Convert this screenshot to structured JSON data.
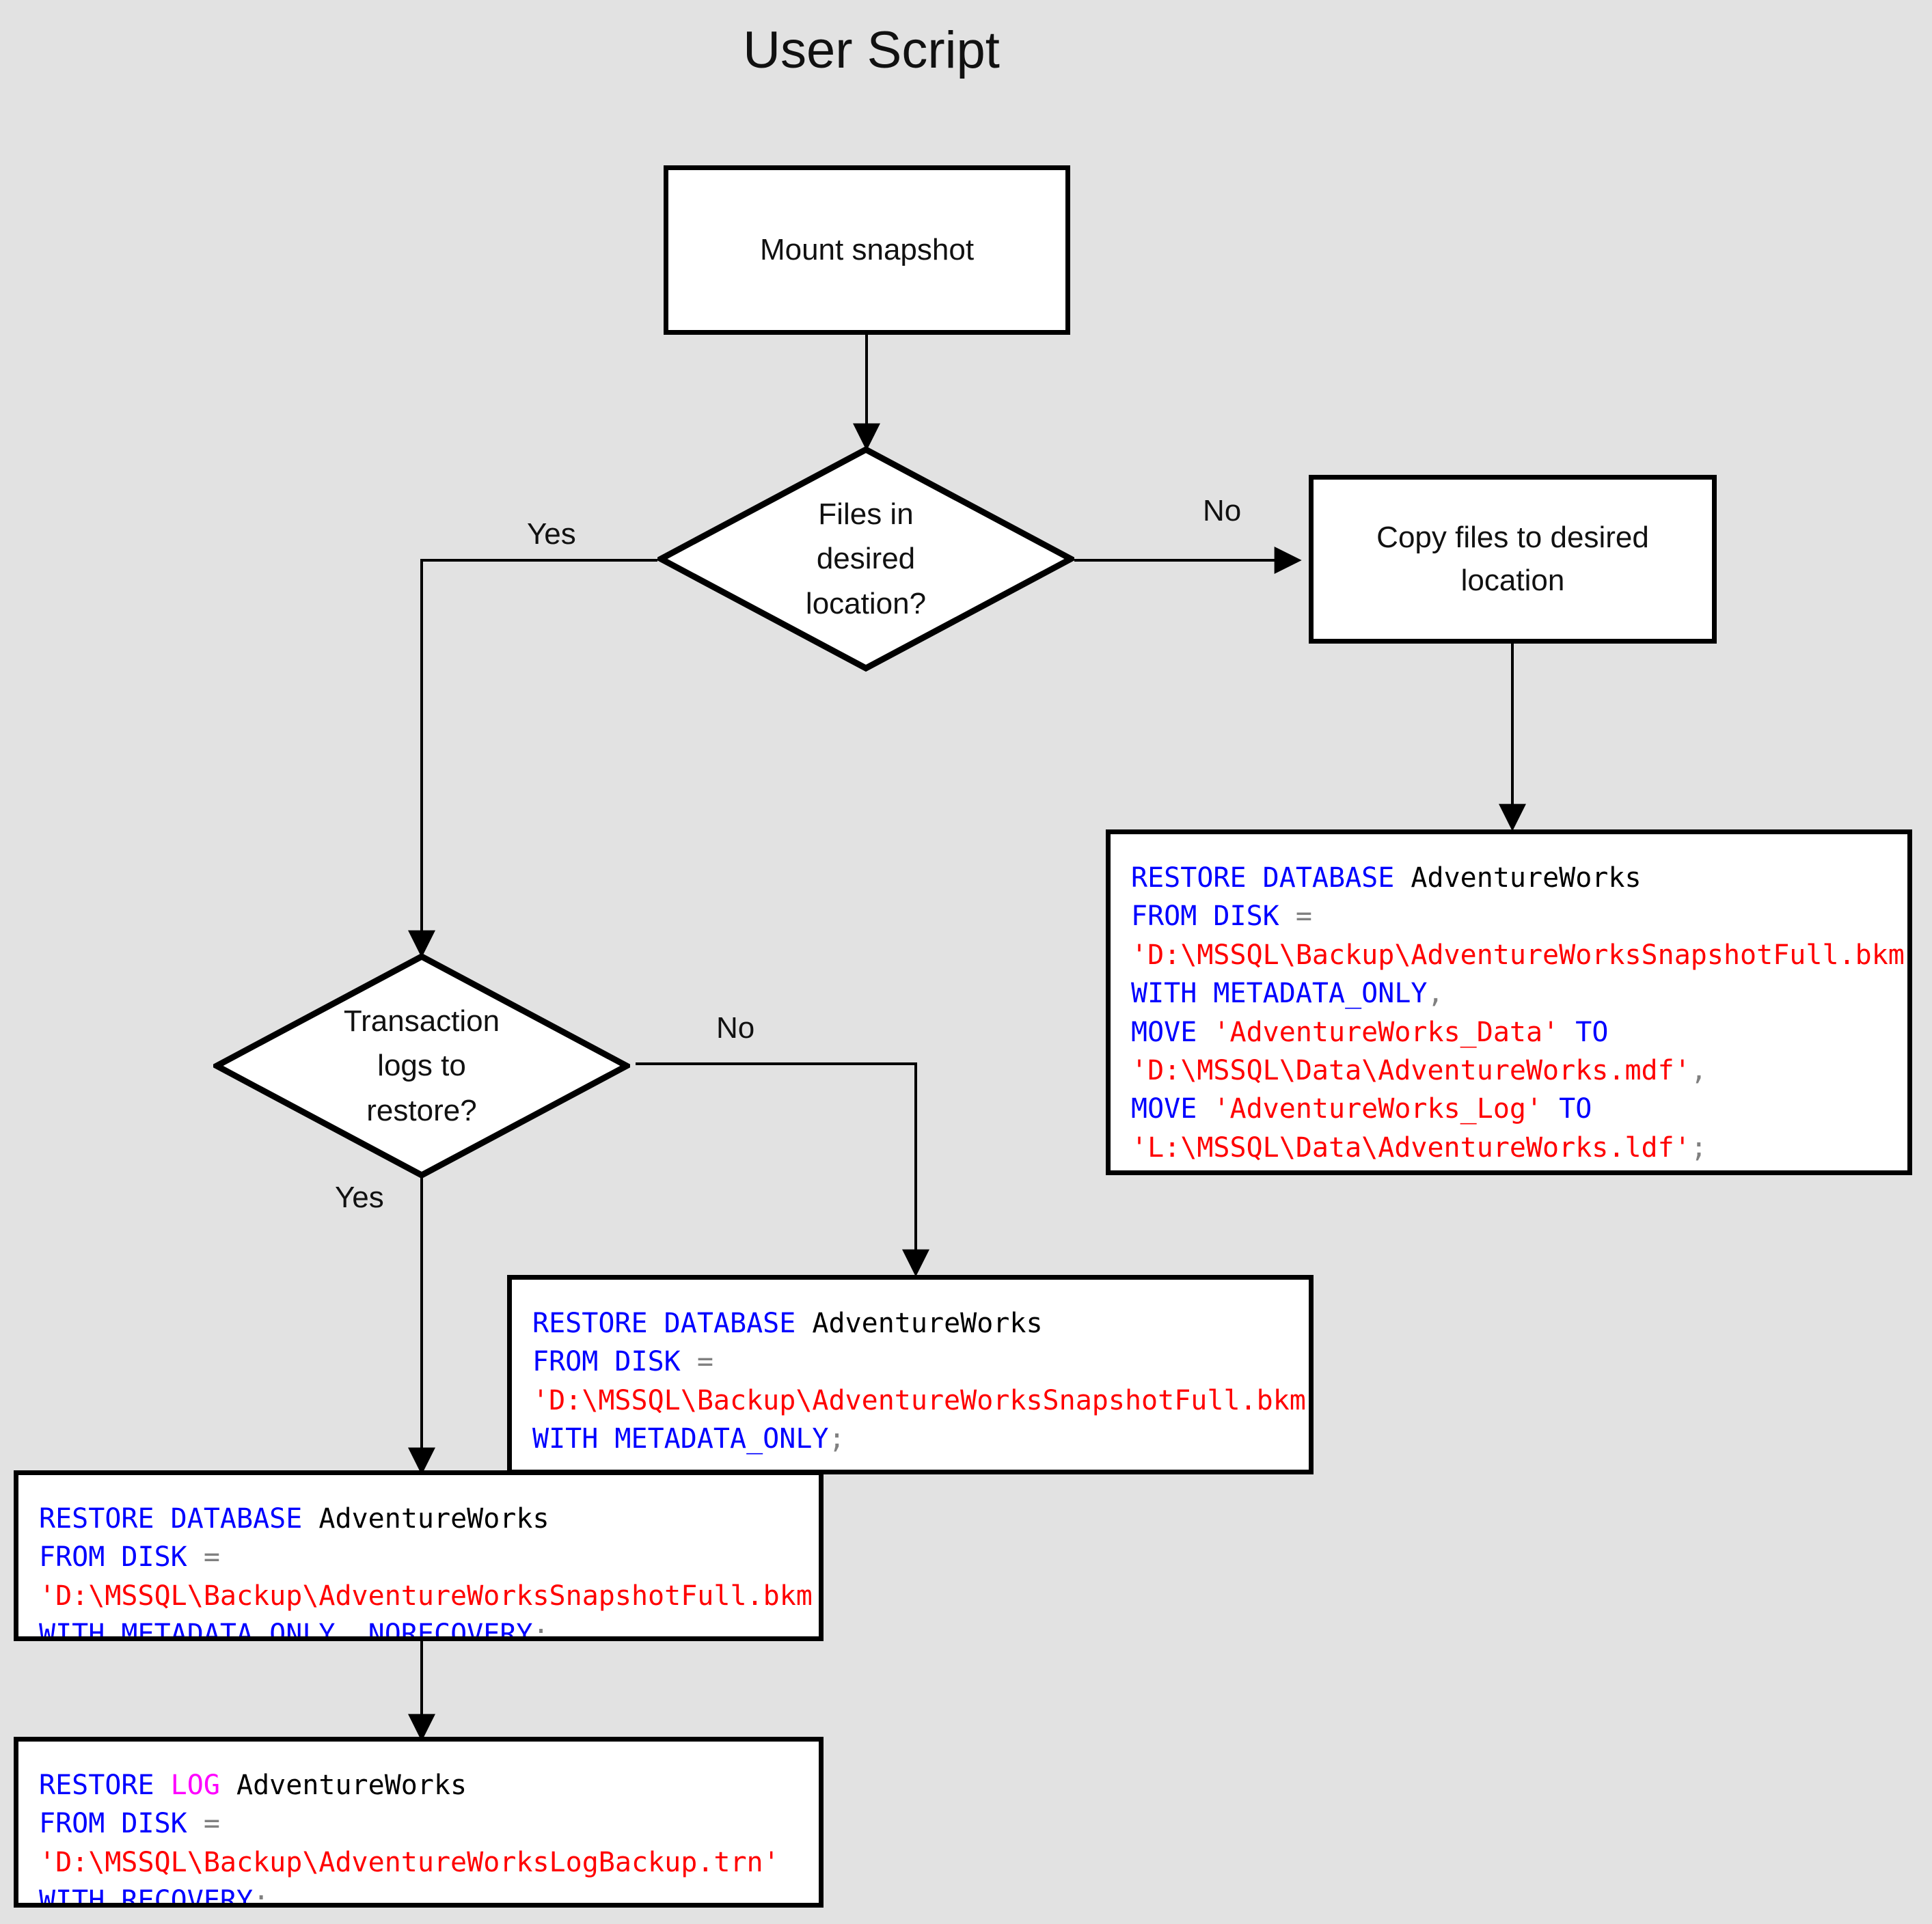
{
  "title": "User Script",
  "background_color": "#e2e2e2",
  "palette": {
    "keyword": "#0000ff",
    "string": "#ff0000",
    "identifier": "#000000",
    "log_keyword": "#ff00ff",
    "punctuation": "#808080",
    "node_border": "#000000",
    "node_fill": "#ffffff"
  },
  "nodes": {
    "mount_snapshot": {
      "label": "Mount snapshot"
    },
    "files_decision": {
      "label": "Files in\ndesired\nlocation?"
    },
    "copy_files": {
      "label": "Copy files to desired\nlocation"
    },
    "logs_decision": {
      "label": "Transaction\nlogs to\nrestore?"
    }
  },
  "edge_labels": {
    "files_yes": "Yes",
    "files_no": "No",
    "logs_no": "No",
    "logs_yes": "Yes"
  },
  "code_blocks": {
    "restore_with_move": {
      "name": "restore-database-with-move",
      "lines": [
        [
          {
            "t": "RESTORE DATABASE ",
            "c": "kw"
          },
          {
            "t": "AdventureWorks",
            "c": "id"
          }
        ],
        [
          {
            "t": "FROM DISK ",
            "c": "kw"
          },
          {
            "t": "=",
            "c": "pun"
          }
        ],
        [
          {
            "t": "'D:\\MSSQL\\Backup\\AdventureWorksSnapshotFull.bkm'",
            "c": "str"
          }
        ],
        [
          {
            "t": "WITH METADATA_ONLY",
            "c": "kw"
          },
          {
            "t": ",",
            "c": "pun"
          }
        ],
        [
          {
            "t": "MOVE ",
            "c": "kw"
          },
          {
            "t": "'AdventureWorks_Data'",
            "c": "str"
          },
          {
            "t": " TO",
            "c": "kw"
          }
        ],
        [
          {
            "t": "'D:\\MSSQL\\Data\\AdventureWorks.mdf'",
            "c": "str"
          },
          {
            "t": ",",
            "c": "pun"
          }
        ],
        [
          {
            "t": "MOVE ",
            "c": "kw"
          },
          {
            "t": "'AdventureWorks_Log'",
            "c": "str"
          },
          {
            "t": " TO",
            "c": "kw"
          }
        ],
        [
          {
            "t": "'L:\\MSSQL\\Data\\AdventureWorks.ldf'",
            "c": "str"
          },
          {
            "t": ";",
            "c": "pun"
          }
        ]
      ]
    },
    "restore_metadata_only": {
      "name": "restore-database-metadata-only",
      "lines": [
        [
          {
            "t": "RESTORE DATABASE ",
            "c": "kw"
          },
          {
            "t": "AdventureWorks",
            "c": "id"
          }
        ],
        [
          {
            "t": "FROM DISK ",
            "c": "kw"
          },
          {
            "t": "=",
            "c": "pun"
          }
        ],
        [
          {
            "t": "'D:\\MSSQL\\Backup\\AdventureWorksSnapshotFull.bkm'",
            "c": "str"
          }
        ],
        [
          {
            "t": "WITH METADATA_ONLY",
            "c": "kw"
          },
          {
            "t": ";",
            "c": "pun"
          }
        ]
      ]
    },
    "restore_norecovery": {
      "name": "restore-database-norecovery",
      "lines": [
        [
          {
            "t": "RESTORE DATABASE ",
            "c": "kw"
          },
          {
            "t": "AdventureWorks",
            "c": "id"
          }
        ],
        [
          {
            "t": "FROM DISK ",
            "c": "kw"
          },
          {
            "t": "=",
            "c": "pun"
          }
        ],
        [
          {
            "t": "'D:\\MSSQL\\Backup\\AdventureWorksSnapshotFull.bkm'",
            "c": "str"
          }
        ],
        [
          {
            "t": "WITH METADATA_ONLY",
            "c": "kw"
          },
          {
            "t": ", ",
            "c": "pun"
          },
          {
            "t": "NORECOVERY",
            "c": "kw"
          },
          {
            "t": ";",
            "c": "pun"
          }
        ]
      ]
    },
    "restore_log": {
      "name": "restore-log-recovery",
      "lines": [
        [
          {
            "t": "RESTORE ",
            "c": "kw"
          },
          {
            "t": "LOG ",
            "c": "pnk"
          },
          {
            "t": "AdventureWorks",
            "c": "id"
          }
        ],
        [
          {
            "t": "FROM DISK ",
            "c": "kw"
          },
          {
            "t": "=",
            "c": "pun"
          }
        ],
        [
          {
            "t": "'D:\\MSSQL\\Backup\\AdventureWorksLogBackup.trn'",
            "c": "str"
          }
        ],
        [
          {
            "t": "WITH RECOVERY",
            "c": "kw"
          },
          {
            "t": ";",
            "c": "pun"
          }
        ]
      ]
    }
  }
}
